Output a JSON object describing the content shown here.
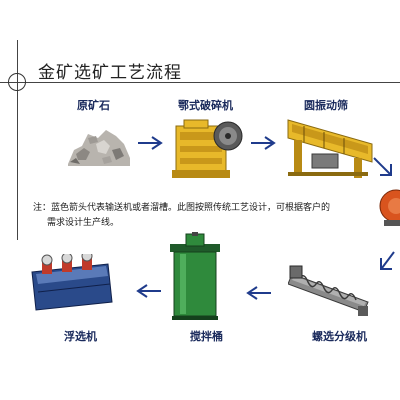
{
  "title": "金矿选矿工艺流程",
  "steps": {
    "ore": "原矿石",
    "jaw_crusher": "鄂式破碎机",
    "vibrating_screen": "圆振动筛",
    "spiral_classifier": "螺选分级机",
    "agitation_tank": "搅拌桶",
    "flotation": "浮选机"
  },
  "note": {
    "line1": "注：蓝色箭头代表输送机或者溜槽。此图按照传统工艺设计，可根据客户的",
    "line2": "需求设计生产线。"
  },
  "colors": {
    "arrow": "#1f3b8c",
    "machine_yellow": "#e8b92a",
    "machine_green": "#2f8a3c",
    "ball_mill_orange": "#d9541e"
  }
}
